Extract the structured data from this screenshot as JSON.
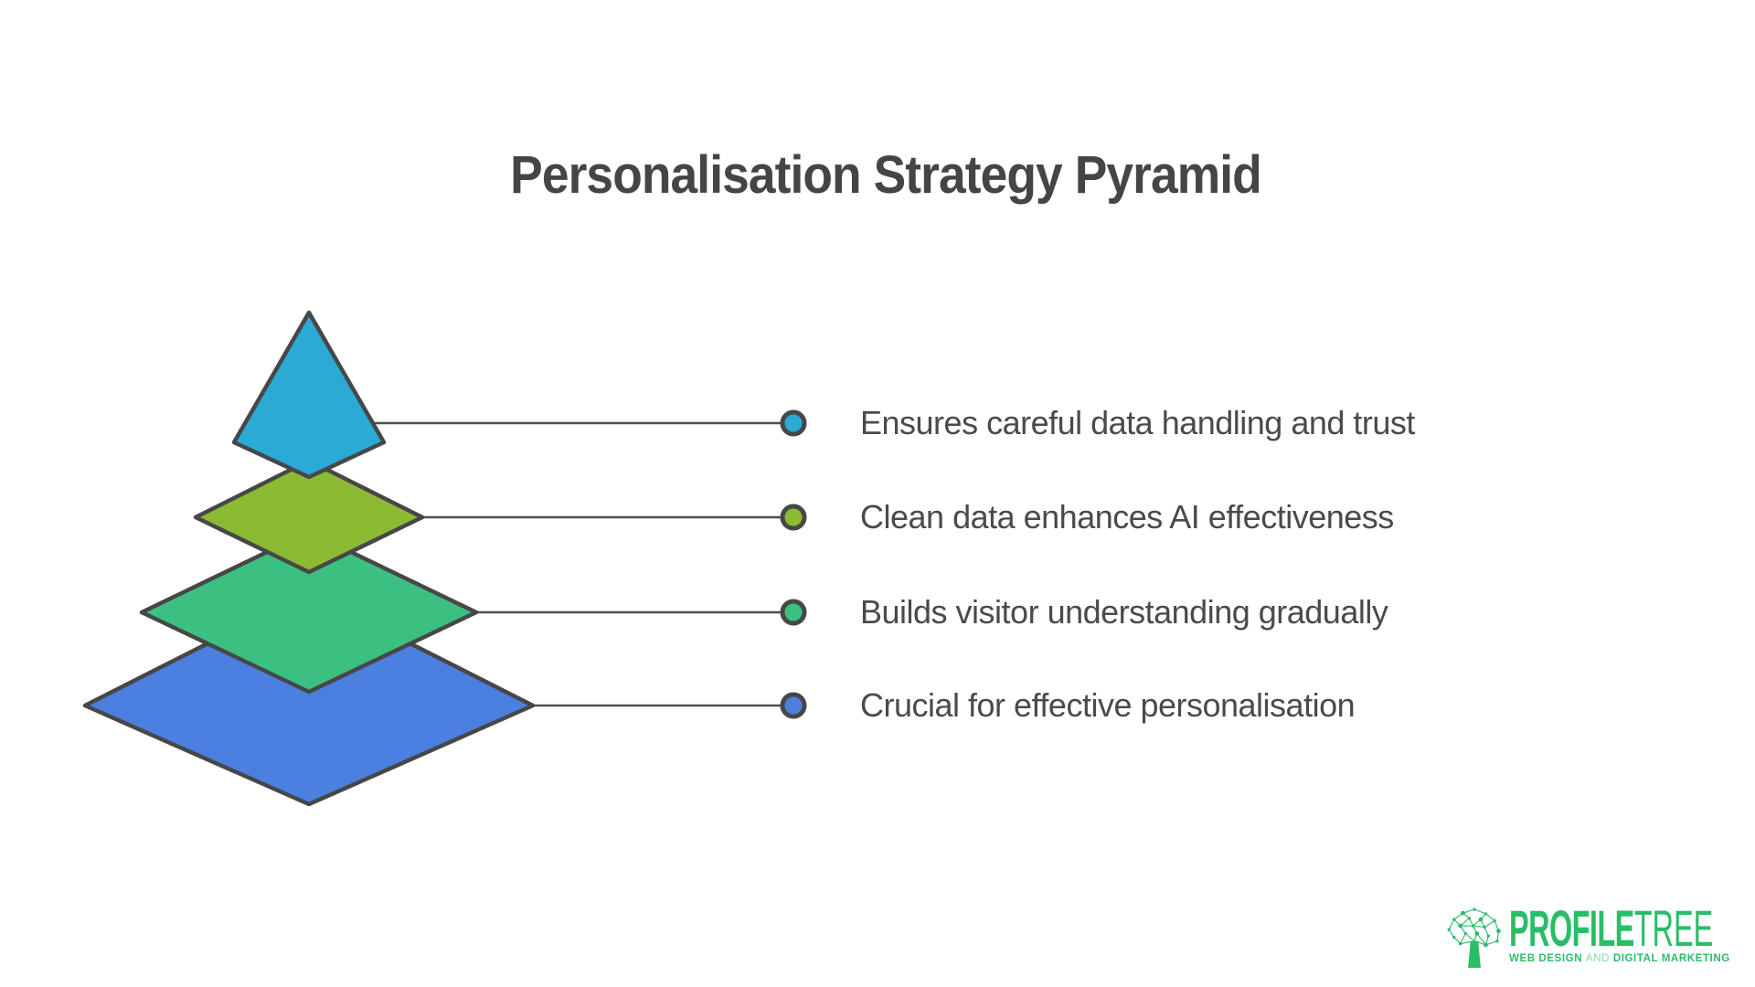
{
  "title": "Personalisation Strategy Pyramid",
  "pyramid": {
    "outline_color": "#474747",
    "connector_color": "#4f4f4f",
    "text_color": "#4a4a4a",
    "layers": [
      {
        "label": "Ensures careful data handling and trust",
        "color": "#29ABD5"
      },
      {
        "label": "Clean data enhances AI effectiveness",
        "color": "#8CBA33"
      },
      {
        "label": "Builds visitor understanding gradually",
        "color": "#3CC082"
      },
      {
        "label": "Crucial for effective personalisation",
        "color": "#4B80E1"
      }
    ]
  },
  "branding": {
    "brand_color": "#2ABD68",
    "name_bold": "PROFILE",
    "name_light": "TREE",
    "tagline_bold_1": "WEB DESIGN",
    "tagline_light": "AND",
    "tagline_bold_2": "DIGITAL MARKETING"
  }
}
